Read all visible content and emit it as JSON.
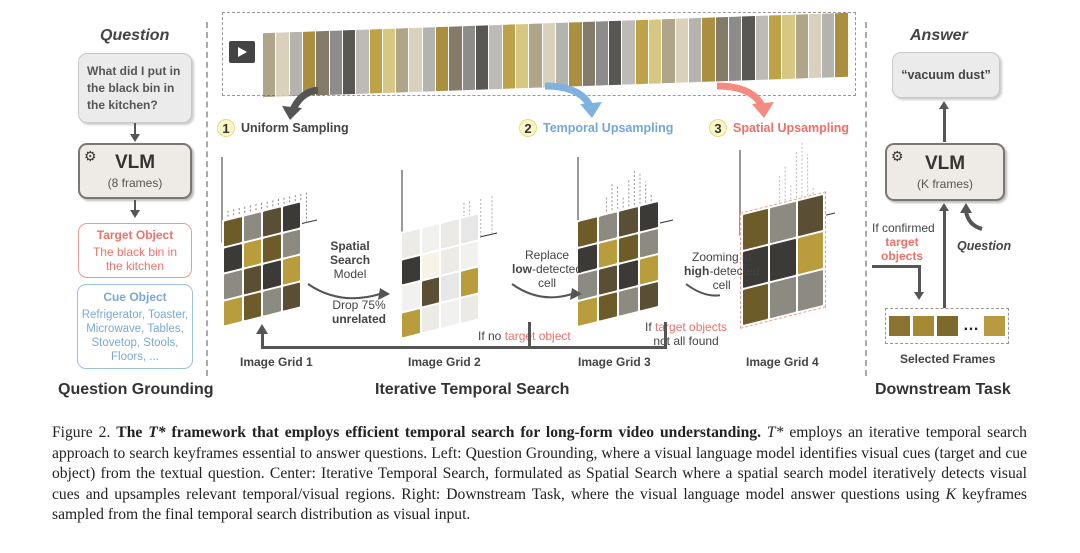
{
  "question_grounding": {
    "header": "Question",
    "question_text": "What did I put in the black bin in the kitchen?",
    "vlm_title": "VLM",
    "vlm_subtitle": "(8 frames)",
    "target_title": "Target Object",
    "target_text": "The black bin in the kitchen",
    "cue_title": "Cue Object",
    "cue_text": "Refrigerator, Toaster, Microwave, Tables, Stovetop, Stools, Floors, ...",
    "section_title": "Question Grounding"
  },
  "temporal_search": {
    "steps": [
      {
        "num": "1",
        "label": "Uniform Sampling",
        "color": "#444444"
      },
      {
        "num": "2",
        "label": "Temporal Upsampling",
        "color": "#6fa8dc"
      },
      {
        "num": "3",
        "label": "Spatial Upsampling",
        "color": "#f07068"
      }
    ],
    "transition1": {
      "line1": "Spatial",
      "line2": "Search",
      "line3": "Model",
      "drop1": "Drop 75%",
      "drop2": "unrelated"
    },
    "transition2": {
      "line1": "Replace",
      "bold": "low",
      "rest": "-detected",
      "line3": "cell"
    },
    "transition3": {
      "line1": "Zooming in",
      "bold": "high",
      "rest": "-detected",
      "line3": "cell"
    },
    "feedback1": {
      "prefix": "If no ",
      "highlight": "target object"
    },
    "feedback2": {
      "prefix": "If ",
      "highlight": "target objects",
      "line2": "not all found"
    },
    "grid_labels": [
      "Image Grid 1",
      "Image Grid 2",
      "Image Grid 3",
      "Image Grid 4"
    ],
    "section_title": "Iterative Temporal Search"
  },
  "downstream": {
    "header": "Answer",
    "answer_text": "“vacuum dust”",
    "vlm_title": "VLM",
    "vlm_subtitle": "(K frames)",
    "question_label": "Question",
    "confirm_line1": "If confirmed",
    "confirm_line2": "target",
    "confirm_line3": "objects",
    "ellipsis": "…",
    "frames_label": "Selected Frames",
    "section_title": "Downstream Task"
  },
  "caption": {
    "figure_label": "Figure 2.",
    "bold_pre": "The ",
    "bold_t": "T*",
    "bold_rest": " framework that employs efficient temporal search for long-form video understanding.",
    "t_star": "T*",
    "body1": " employs an iterative temporal search approach to search keyframes essential to answer questions. Left: Question Grounding, where a visual language model identifies visual cues (target and cue object) from the textual question. Center: Iterative Temporal Search, formulated as Spatial Search where a spatial search model iteratively detects visual cues and upsamples relevant temporal/visual regions. Right: Downstream Task, where the visual language model answer questions using ",
    "k": "K",
    "body2": " keyframes sampled from the final temporal search distribution as visual input."
  },
  "colors": {
    "target": "#f07068",
    "cue": "#7aa8d8",
    "temporal": "#6fa8dc",
    "spatial": "#f07068"
  }
}
